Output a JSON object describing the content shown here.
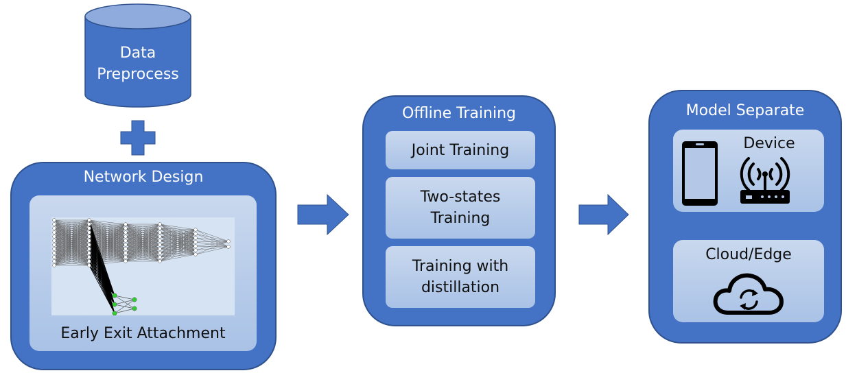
{
  "data_preprocess": {
    "line1": "Data",
    "line2": "Preprocess"
  },
  "network_design": {
    "title": "Network Design",
    "caption": "Early Exit Attachment"
  },
  "offline_training": {
    "title": "Offline Training",
    "items": [
      {
        "lines": [
          "Joint Training"
        ]
      },
      {
        "lines": [
          "Two-states",
          "Training"
        ]
      },
      {
        "lines": [
          "Training with",
          "distillation"
        ]
      }
    ]
  },
  "model_separate": {
    "title": "Model Separate",
    "device_label": "Device",
    "cloud_label": "Cloud/Edge"
  },
  "icons": [
    "plus-icon",
    "arrow-right-icon",
    "smartphone-icon",
    "router-icon",
    "cloud-sync-icon"
  ],
  "colors": {
    "panel": "#4472c4",
    "panel_border": "#2f528f",
    "inner": "#b4c7e7",
    "exit_node": "#33cc33"
  }
}
